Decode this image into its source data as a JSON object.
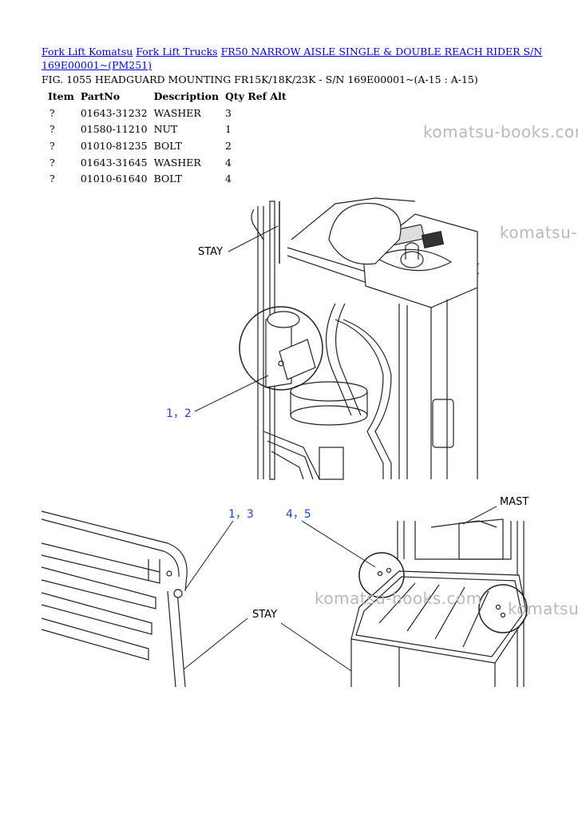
{
  "breadcrumb": {
    "link1": "Fork Lift Komatsu",
    "link2": "Fork Lift Trucks",
    "link3": "FR50 NARROW AISLE SINGLE & DOUBLE REACH RIDER S/N 169E00001~(PM251)"
  },
  "figure_title": "FIG. 1055 HEADGUARD MOUNTING FR15K/18K/23K - S/N 169E00001~(A-15 : A-15)",
  "table": {
    "headers": {
      "item": "Item",
      "partno": "PartNo",
      "description": "Description",
      "qty": "Qty",
      "ref": "Ref",
      "alt": "Alt"
    },
    "rows": [
      {
        "item": "?",
        "partno": "01643-31232",
        "description": "WASHER",
        "qty": "3"
      },
      {
        "item": "?",
        "partno": "01580-11210",
        "description": "NUT",
        "qty": "1"
      },
      {
        "item": "?",
        "partno": "01010-81235",
        "description": "BOLT",
        "qty": "2"
      },
      {
        "item": "?",
        "partno": "01643-31645",
        "description": "WASHER",
        "qty": "4"
      },
      {
        "item": "?",
        "partno": "01010-61640",
        "description": "BOLT",
        "qty": "4"
      }
    ]
  },
  "watermarks": {
    "w1": "komatsu-books.com",
    "w2": "komatsu-",
    "w3": "komatsu-books.com",
    "w4": "komatsu"
  },
  "drawing": {
    "top_stay": "STAY",
    "top_callout": "1，2",
    "bottom_callout_left": "1，3",
    "bottom_callout_right": "4，5",
    "bottom_stay": "STAY",
    "mast": "MAST"
  }
}
